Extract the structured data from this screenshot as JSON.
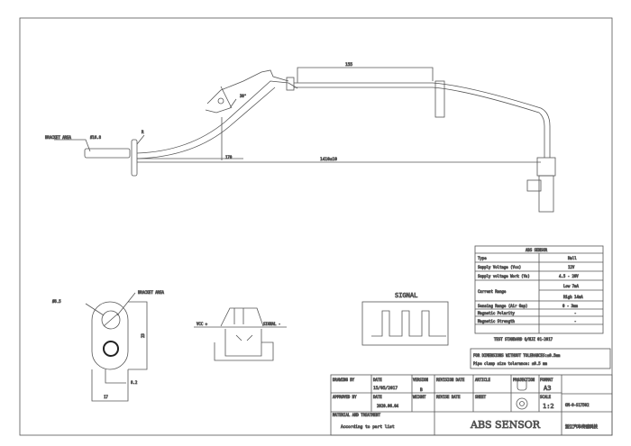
{
  "drawing": {
    "dims": {
      "length_top": "155",
      "total_length": "1410±10",
      "offset": "170",
      "angle": "30°",
      "bend": "R",
      "left_dia": "Ø16.8",
      "left_note": "BRACKET AREA",
      "hole_dia": "Ø6.5",
      "hole_note": "BRACKET AREA",
      "height": "23",
      "width": "17",
      "offset_small": "8.2",
      "connector_left": "VCC +",
      "connector_right": "SIGNAL -"
    },
    "signal_label": "SIGNAL"
  },
  "spec_table": {
    "title": "ABS SENSOR",
    "rows": [
      {
        "label": "Type",
        "value": "Hall"
      },
      {
        "label": "Supply Voltage (Vcc)",
        "value": "12V"
      },
      {
        "label": "Supply voltage Work (Vs)",
        "value": "4.5 - 20V"
      },
      {
        "label": "Current Range",
        "value": "Low 7mA",
        "value2": "High 14mA"
      },
      {
        "label": "Sensing Range (Air Gap)",
        "value": "0 - 3mm"
      },
      {
        "label": "Magnetic Polarity",
        "value": "-"
      },
      {
        "label": "Magnetic Strength",
        "value": "-"
      }
    ],
    "standard": "TEST STANDARD Q/NJZ 01-2017",
    "note1": "FOR DIMENSIONS WITHOUT TOLERANCES:±0.5mm",
    "note2": "Pipe clamp size tolerance: ±0.5 mm"
  },
  "title_block": {
    "drawn_by": "DRAWING BY",
    "date_label": "DATE",
    "date": "15/05/2017",
    "version_label": "VERSION",
    "version": "B",
    "revision_date": "REVISION DATE",
    "article": "ARTICLE",
    "projection": "PROJECTION",
    "format_label": "FORMAT",
    "format": "A3",
    "approved_by": "APPROVED BY",
    "date2_label": "DATE",
    "date2": "2020.06.04",
    "weight": "WEIGHT",
    "revise_date": "REVISE DATE",
    "sheet": "SHEET",
    "scale_label": "SCALE",
    "scale": "1:2",
    "part_no": "OM-0-S17502",
    "material_label": "MATERIAL AND TREATMENT",
    "material": "According to part list",
    "name": "ABS SENSOR",
    "company": "浙江汽车传感科技"
  }
}
